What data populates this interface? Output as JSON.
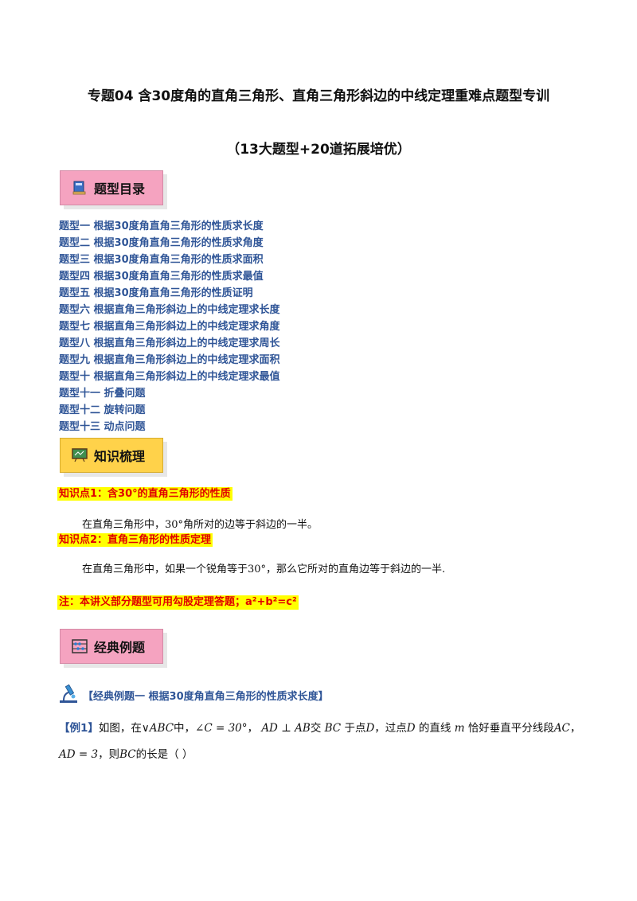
{
  "header": {
    "title": "专题04  含30度角的直角三角形、直角三角形斜边的中线定理重难点题型专训",
    "subtitle": "（13大题型+20道拓展培优）"
  },
  "sections": {
    "toc_label": "题型目录",
    "knowledge_label": "知识梳理",
    "examples_label": "经典例题"
  },
  "toc": [
    "题型一  根据30度角直角三角形的性质求长度",
    "题型二  根据30度角直角三角形的性质求角度",
    "题型三  根据30度角直角三角形的性质求面积",
    "题型四  根据30度角直角三角形的性质求最值",
    "题型五  根据30度角直角三角形的性质证明",
    "题型六  根据直角三角形斜边上的中线定理求长度",
    "题型七  根据直角三角形斜边上的中线定理求角度",
    "题型八  根据直角三角形斜边上的中线定理求周长",
    "题型九  根据直角三角形斜边上的中线定理求面积",
    "题型十  根据直角三角形斜边上的中线定理求最值",
    "题型十一  折叠问题",
    "题型十二  旋转问题",
    "题型十三  动点问题"
  ],
  "knowledge": {
    "point1_title": "知识点1：含30°的直角三角形的性质",
    "point1_text": "在直角三角形中，30°角所对的边等于斜边的一半。",
    "point2_title": "知识点2：直角三角形的性质定理",
    "point2_text": "在直角三角形中，如果一个锐角等于30°，那么它所对的直角边等于斜边的一半.",
    "note": "注：本讲义部分题型可用勾股定理答题；a²+b²=c²"
  },
  "example": {
    "heading": "【经典例题一  根据30度角直角三角形的性质求长度】",
    "tag": "【例1】",
    "line1_parts": [
      "如图，在",
      "∨ABC",
      "中，",
      "∠C = 30°",
      "，",
      "AD ⊥ AB",
      "交",
      "BC",
      "于点",
      "D",
      "，过点",
      "D",
      "的直线",
      "m",
      "恰好垂直平分线段",
      "AC",
      "，"
    ],
    "line2_parts": [
      "AD = 3",
      "，则",
      "BC",
      "的长是（     ）"
    ]
  },
  "colors": {
    "toc_blue": "#2f5597",
    "highlight_yellow": "#ffff00",
    "highlight_red": "#e00000",
    "badge_pink": "#f5a3c0",
    "badge_yellow": "#ffd24a"
  },
  "icons": [
    "book-icon",
    "chalkboard-icon",
    "abacus-icon",
    "microscope-icon"
  ]
}
